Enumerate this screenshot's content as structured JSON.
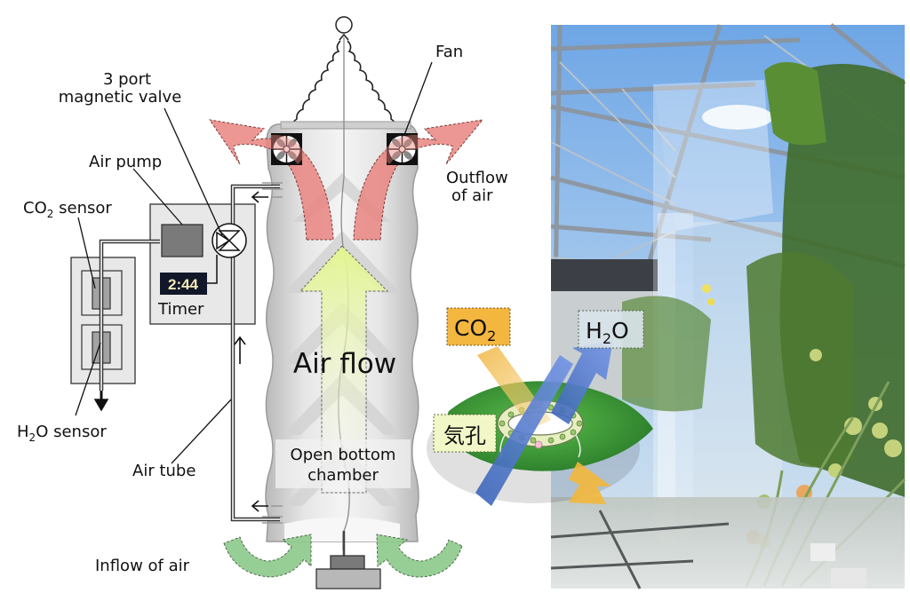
{
  "diagram": {
    "labels": {
      "valve_line1": "3 port",
      "valve_line2": "magnetic valve",
      "fan": "Fan",
      "air_pump": "Air pump",
      "co2_sensor_main": "CO",
      "co2_sensor_sub": "2",
      "co2_sensor_rest": " sensor",
      "h2o_sensor_main": "H",
      "h2o_sensor_sub": "2",
      "h2o_sensor_rest": "O sensor",
      "timer_display": "2:44",
      "timer": "Timer",
      "air_tube": "Air tube",
      "outflow_line1": "Outflow",
      "outflow_line2": "of air",
      "air_flow": "Air flow",
      "chamber_line1": "Open bottom",
      "chamber_line2": "chamber",
      "inflow": "Inflow of air",
      "co2_main": "CO",
      "co2_sub": "2",
      "h2o_main": "H",
      "h2o_sub": "2",
      "h2o_rest": "O",
      "stomata": "気孔"
    },
    "icons": [
      "fan-icon",
      "valve-icon",
      "air-pump-icon",
      "sensor-icon",
      "timer-display",
      "leaf-stomata-illustration"
    ],
    "colors": {
      "outflow_arrow": "#e98580",
      "inflow_arrow": "#8cc98a",
      "airflow_arrow": "#e8f5a0",
      "co2_box": "#f3b63f",
      "h2o_box": "#d6e3ec",
      "stomata_box": "#f1f7c7",
      "h2o_arrow": "#5b7fd6",
      "leaf": "#3c9a3a"
    }
  },
  "photo": {
    "description": "Greenhouse photo: transparent open-bottom chamber hanging among tomato plants"
  }
}
